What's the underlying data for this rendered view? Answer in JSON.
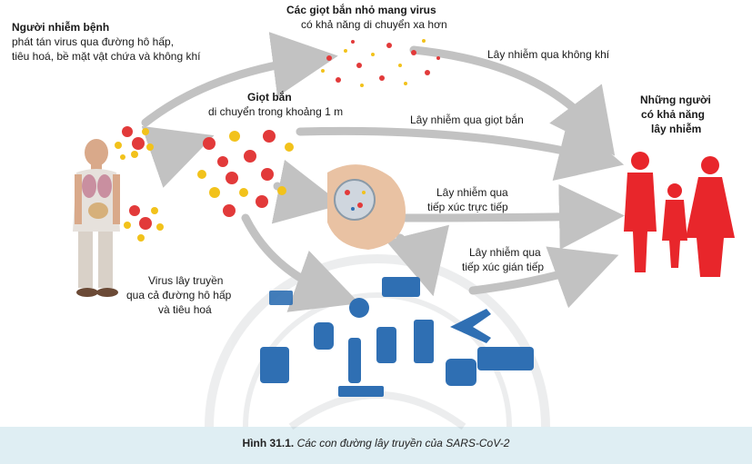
{
  "source": {
    "title": "Người nhiễm bệnh",
    "line1": "phát tán virus qua đường hô hấp,",
    "line2": "tiêu hoá, bề mặt vật chứa và không khí"
  },
  "small_droplets": {
    "title": "Các giọt bắn nhỏ mang virus",
    "subtitle": "có khả năng di chuyển xa hơn"
  },
  "droplets": {
    "title": "Giọt bắn",
    "subtitle": "di chuyển trong khoảng 1 m"
  },
  "routes": {
    "airborne": "Lây nhiễm qua không khí",
    "droplet": "Lây nhiễm qua giọt bắn",
    "direct_1": "Lây nhiễm qua",
    "direct_2": "tiếp xúc trực tiếp",
    "indirect_1": "Lây nhiễm qua",
    "indirect_2": "tiếp xúc gián tiếp"
  },
  "targets": {
    "line1": "Những người",
    "line2": "có khả năng",
    "line3": "lây nhiễm"
  },
  "virus_spread": {
    "line1": "Virus lây truyền",
    "line2": "qua cả đường hô hấp",
    "line3": "và tiêu hoá"
  },
  "caption": {
    "figure": "Hình 31.1.",
    "text": "Các con đường lây truyền của SARS-CoV-2"
  },
  "colors": {
    "arrow": "#c2c2c2",
    "people": "#e8262b",
    "droplet_red": "#e23a3a",
    "droplet_yellow": "#f2c21b",
    "objects": "#2f6fb3",
    "caption_band": "#dfeef3"
  }
}
